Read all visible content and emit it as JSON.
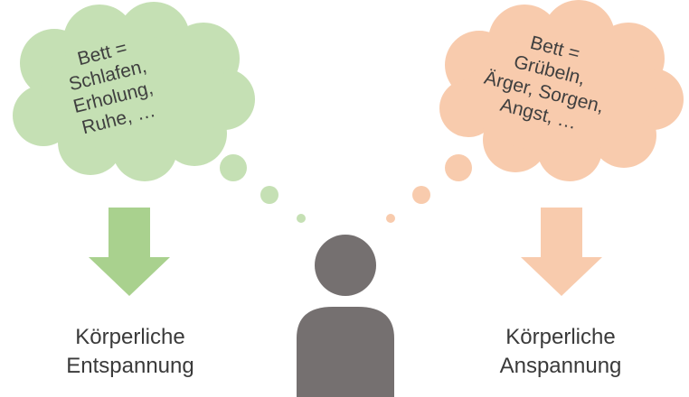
{
  "left_cloud": {
    "lines": [
      "Bett =",
      "Schlafen,",
      "Erholung,",
      "Ruhe, …"
    ],
    "color": "#c5e0b4"
  },
  "right_cloud": {
    "lines": [
      "Bett =",
      "Grübeln,",
      "Ärger, Sorgen,",
      "Angst, …"
    ],
    "color": "#f8cbad"
  },
  "left_caption": {
    "line1": "Körperliche",
    "line2": "Entspannung"
  },
  "right_caption": {
    "line1": "Körperliche",
    "line2": "Anspannung"
  },
  "colors": {
    "left_arrow": "#a9d18e",
    "right_arrow": "#f8cbad",
    "person": "#757070"
  }
}
